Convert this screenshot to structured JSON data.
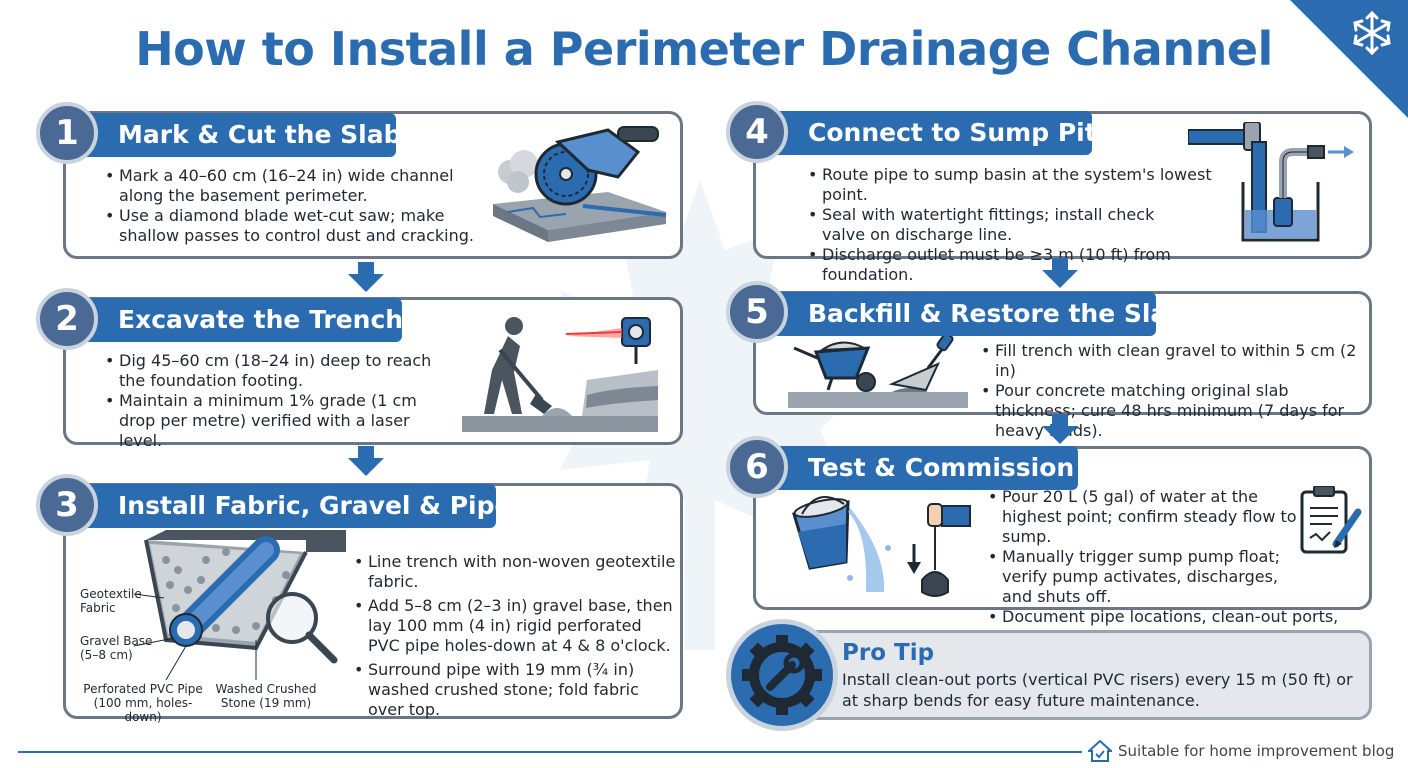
{
  "title": "How to Install a Perimeter Drainage Channel",
  "steps": [
    {
      "number": "1",
      "title": "Mark & Cut the Slab",
      "bullets": [
        "Mark a 40–60 cm (16–24 in) wide channel along the basement perimeter.",
        "Use a diamond blade wet-cut saw; make shallow passes to control dust and cracking."
      ]
    },
    {
      "number": "2",
      "title": "Excavate the Trench",
      "bullets": [
        "Dig 45–60 cm (18–24 in) deep to reach the foundation footing.",
        "Maintain a minimum 1% grade (1 cm drop per metre) verified with a laser level."
      ]
    },
    {
      "number": "3",
      "title": "Install Fabric, Gravel & Pipe",
      "bullets": [
        "Line trench with non-woven geotextile fabric.",
        "Add 5–8 cm (2–3 in) gravel base, then lay 100 mm (4 in) rigid perforated PVC pipe holes-down at 4 & 8 o'clock.",
        "Surround pipe with 19 mm (¾ in) washed crushed stone; fold fabric over top."
      ],
      "labels": {
        "geotextile": "Geotextile Fabric",
        "gravel_base": "Gravel Base (5–8 cm)",
        "pipe": "Perforated PVC Pipe (100 mm, holes-down)",
        "stone": "Washed Crushed Stone (19 mm)"
      }
    },
    {
      "number": "4",
      "title": "Connect to Sump Pit",
      "bullets": [
        "Route pipe to sump basin at the system's lowest point.",
        "Seal with watertight fittings; install check valve on discharge line.",
        "Discharge outlet must be ≥3 m (10 ft) from foundation."
      ]
    },
    {
      "number": "5",
      "title": "Backfill & Restore the Slab",
      "bullets": [
        "Fill trench with clean gravel to within 5 cm (2 in)",
        "Pour concrete matching original slab thickness; cure 48 hrs minimum (7 days for heavy loads)."
      ]
    },
    {
      "number": "6",
      "title": "Test & Commission",
      "bullets": [
        "Pour 20 L (5 gal) of water at the highest point; confirm steady flow to sump.",
        "Manually trigger sump pump float; verify pump activates, discharges, and shuts off.",
        "Document pipe locations, clean-out ports, and sump depth for maintenance records."
      ]
    }
  ],
  "protip": {
    "title": "Pro Tip",
    "text": "Install clean-out ports (vertical PVC risers) every 15 m (50 ft) or at sharp bends for easy future maintenance."
  },
  "footer": "Suitable for home improvement blog",
  "colors": {
    "primary": "#2b6cb0",
    "badge": "#4a6a95",
    "border": "#6b7785",
    "protip_bg": "#e4e7eb"
  },
  "icons": {
    "corner": "snowflake-icon",
    "protip": "gear-wrench-icon",
    "footer": "house-check-icon",
    "background": "maple-leaf-icon"
  }
}
